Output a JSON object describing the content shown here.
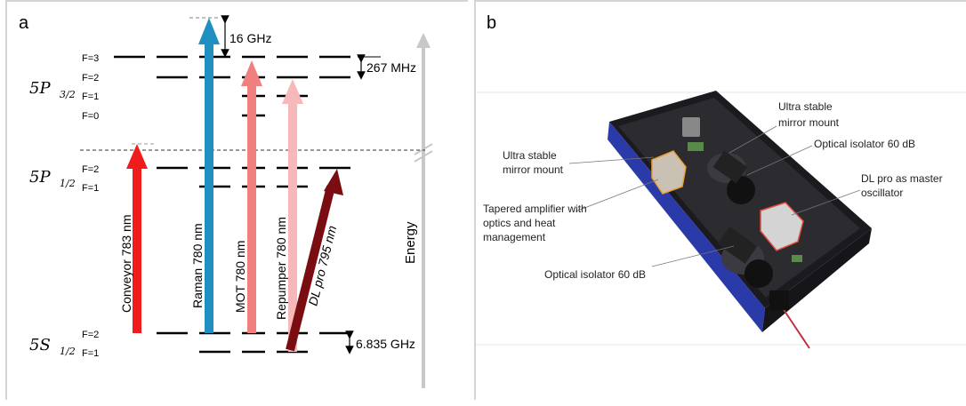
{
  "panel_a": {
    "label": "a",
    "levels": {
      "p32": {
        "term": "5P",
        "sub": "3/2",
        "hf": [
          "F=3",
          "F=2",
          "F=1",
          "F=0"
        ]
      },
      "p12": {
        "term": "5P",
        "sub": "1/2",
        "hf": [
          "F=2",
          "F=1"
        ]
      },
      "s12": {
        "term": "5S",
        "sub": "1/2",
        "hf": [
          "F=2",
          "F=1"
        ]
      }
    },
    "splittings": {
      "detuning": "16 GHz",
      "p32": "267 MHz",
      "ground": "6.835 GHz"
    },
    "lasers": [
      {
        "label": "Conveyor 783 nm",
        "color": "#ee1c1c"
      },
      {
        "label": "Raman 780 nm",
        "color": "#1f8fc0"
      },
      {
        "label": "MOT 780 nm",
        "color": "#f08080"
      },
      {
        "label": "Repumper 780 nm",
        "color": "#f6b8b8"
      },
      {
        "label": "DL pro 795 nm",
        "color": "#7a0d12"
      }
    ],
    "energy_axis": "Energy"
  },
  "panel_b": {
    "label": "b",
    "annotations": {
      "mirror_mount_top": [
        "Ultra stable",
        "mirror mount"
      ],
      "mirror_mount_left": [
        "Ultra stable",
        "mirror mount"
      ],
      "isolator_top": "Optical isolator 60 dB",
      "dl_pro": [
        "DL pro as master",
        "oscillator"
      ],
      "tapered_amp": [
        "Tapered amplifier with",
        "optics and heat",
        "management"
      ],
      "isolator_bottom": "Optical isolator 60 dB"
    },
    "colors": {
      "housing": "#1a1a1f",
      "accent_stripe": "#2a3aa8"
    }
  }
}
